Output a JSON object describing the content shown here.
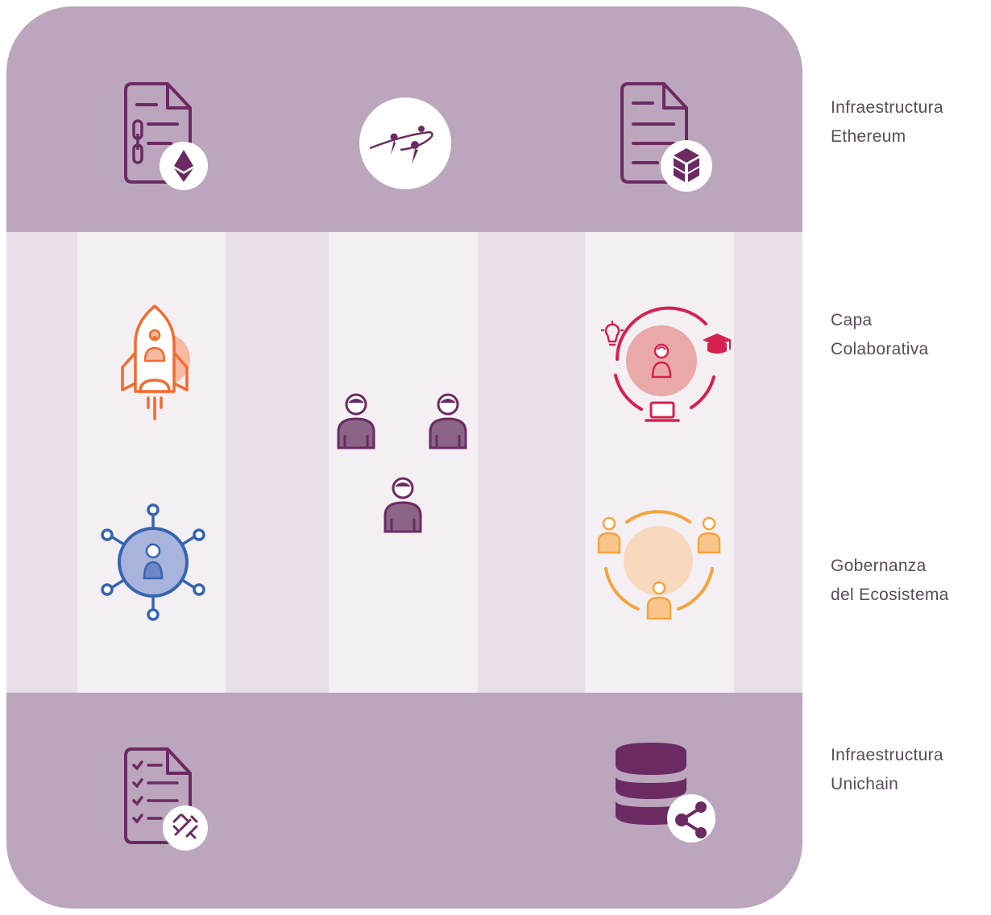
{
  "colors": {
    "band": "#bba6bd",
    "background": "#e8dfe8",
    "column": "#f3eff3",
    "purple": "#6b2a62",
    "orange": "#f26b2e",
    "blue": "#3565b0",
    "red": "#d6204e",
    "yellow": "#f5a53e"
  },
  "icons": {
    "eth_contract": "document-chain-ethereum-icon",
    "logo": "network-logo-icon",
    "block_contract": "document-block-icon",
    "rocket": "rocket-person-icon",
    "network": "network-hub-person-icon",
    "community": "community-people-icon",
    "learning": "learning-cycle-person-icon",
    "governance": "governance-circle-people-icon",
    "checklist": "checklist-document-icon",
    "database": "database-share-icon"
  },
  "layers": [
    {
      "line1": "Infraestructura",
      "line2": "Ethereum"
    },
    {
      "line1": "Capa",
      "line2": "Colaborativa"
    },
    {
      "line1": "Gobernanza",
      "line2": "del Ecosistema"
    },
    {
      "line1": "Infraestructura",
      "line2": "Unichain"
    }
  ]
}
